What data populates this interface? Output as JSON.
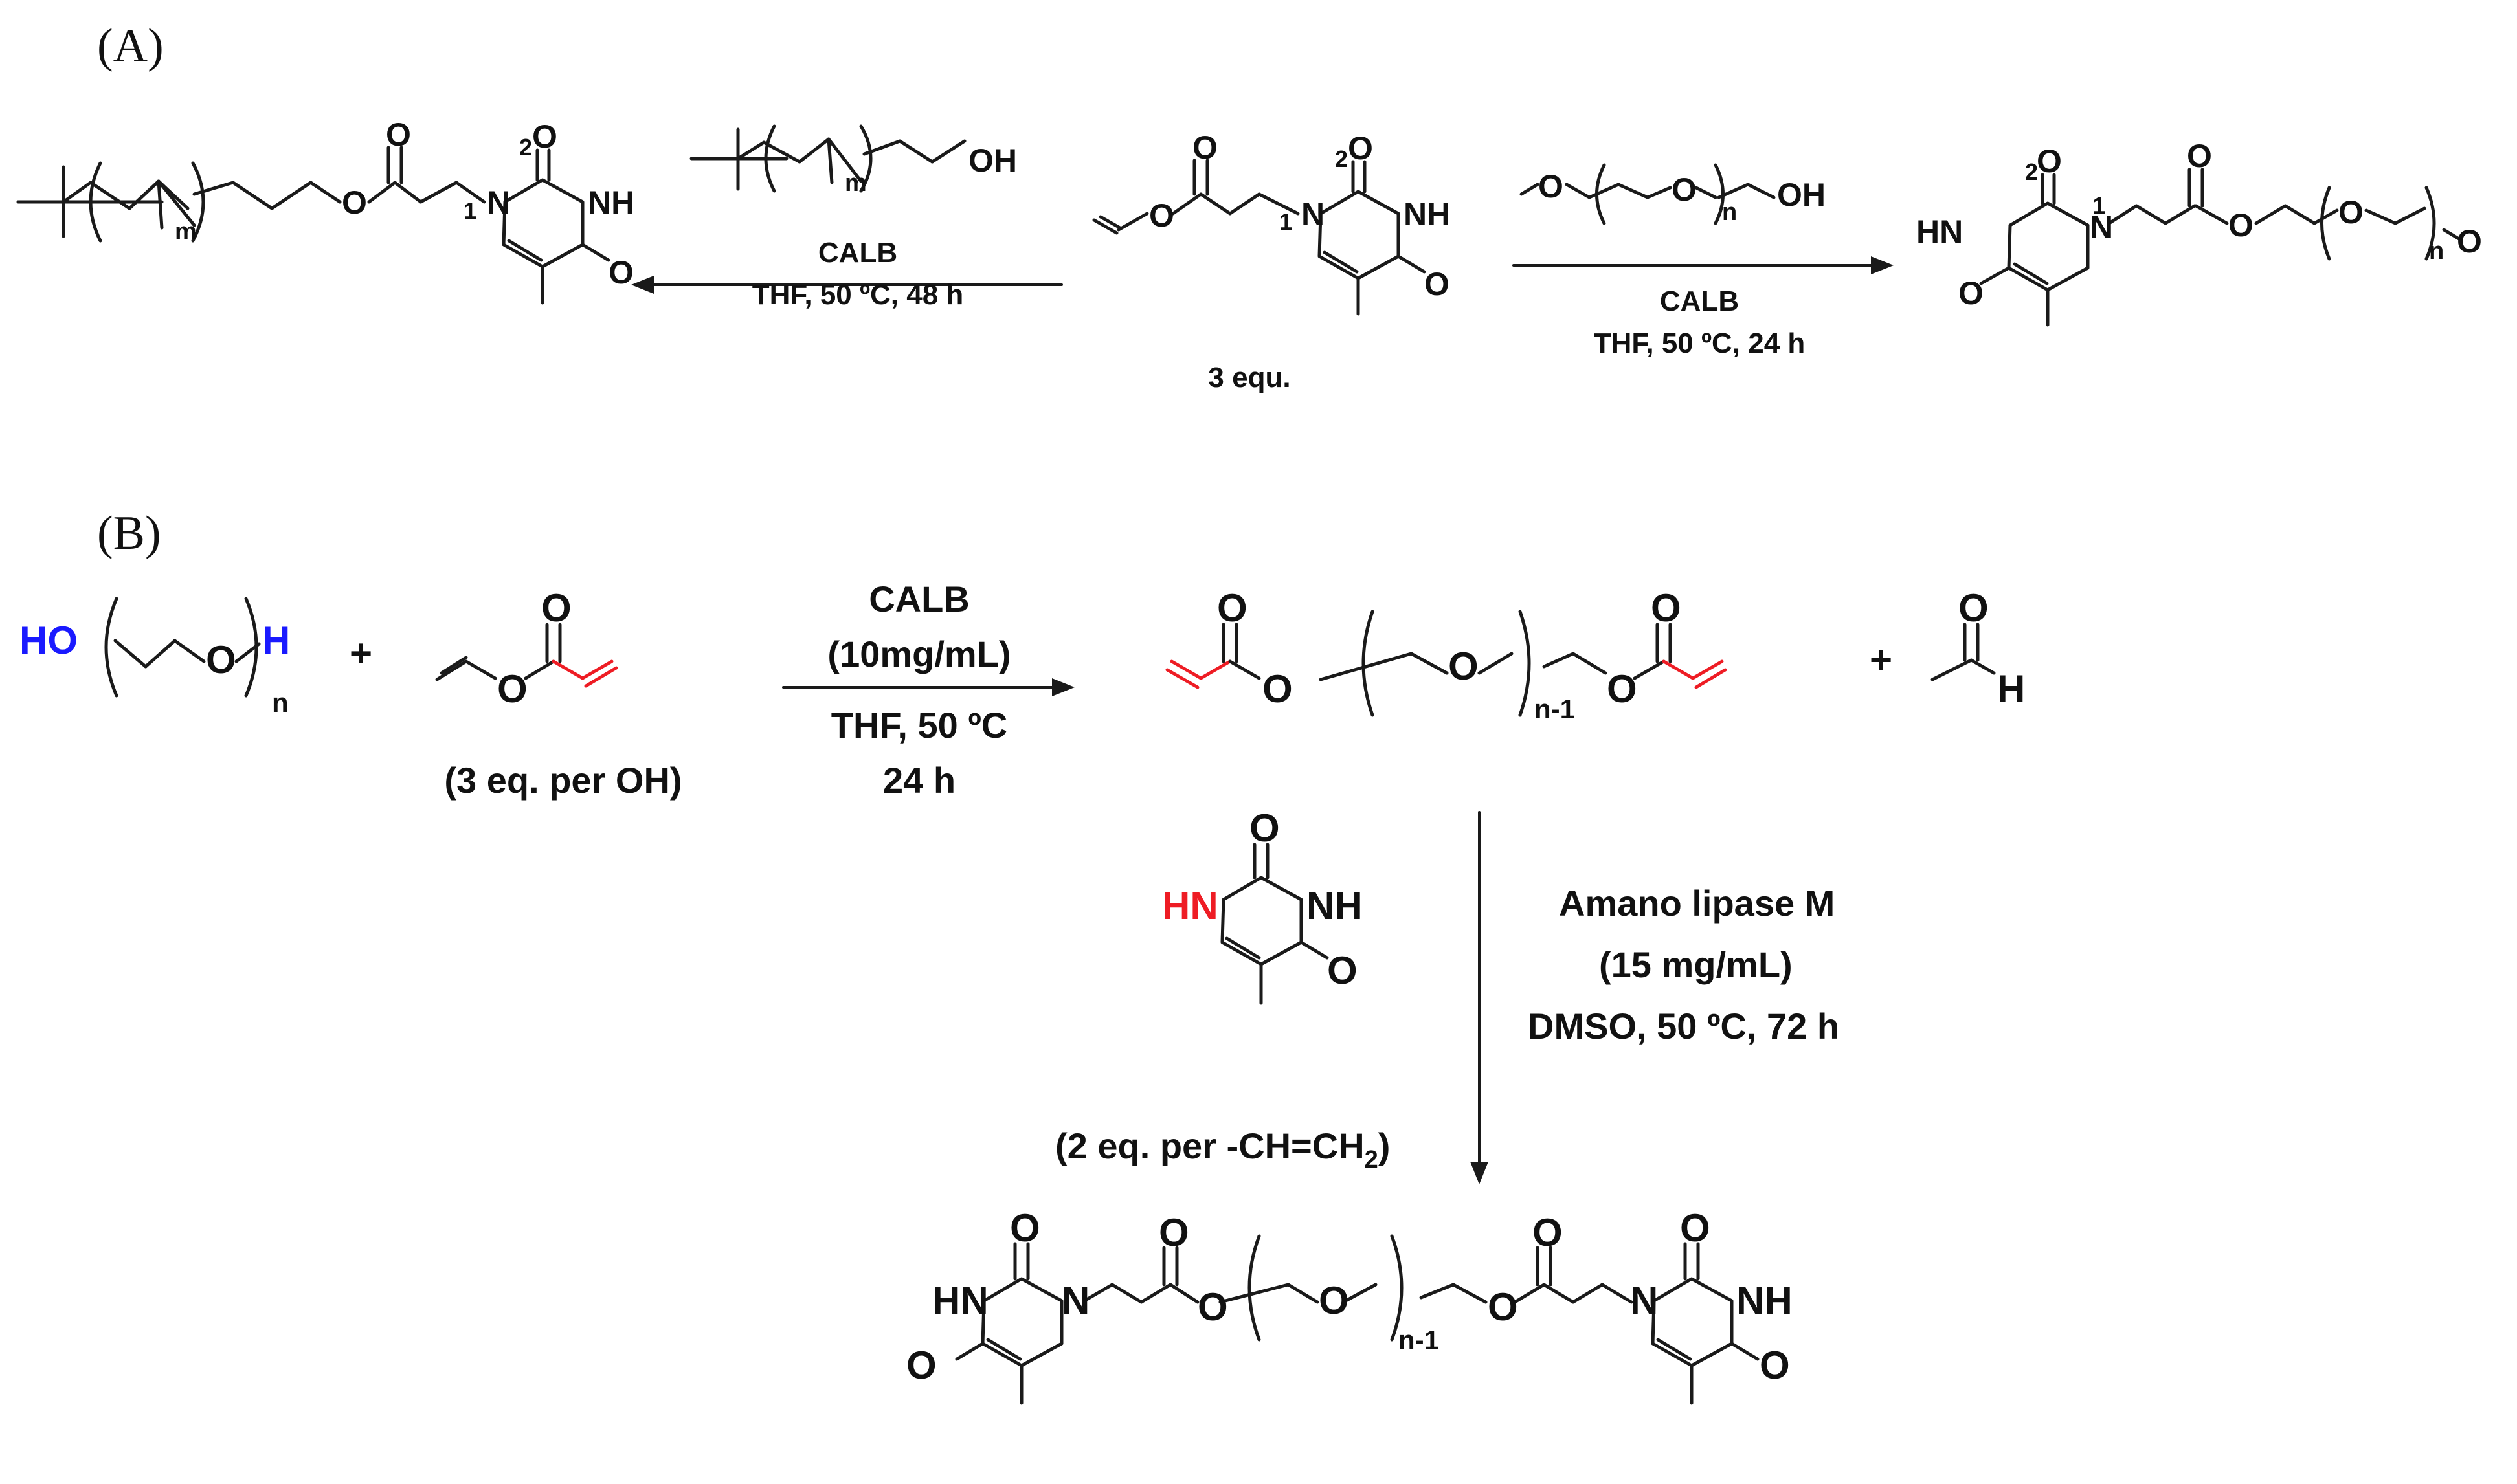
{
  "panel_a": {
    "label": "(A)",
    "left_conditions": {
      "enzyme": "CALB",
      "detail": "THF, 50 ºC, 48 h"
    },
    "right_conditions": {
      "enzyme": "CALB",
      "detail": "THF, 50 ºC, 24 h"
    },
    "equiv_note": "3 equ."
  },
  "panel_b": {
    "label": "(B)",
    "step1": {
      "enzyme": "CALB",
      "loading": "(10mg/mL)",
      "solvent_temp": "THF, 50 ºC",
      "time": "24 h"
    },
    "vinyl_acrylate_note": "(3 eq. per OH)",
    "plus_sign": "+",
    "step2": {
      "enzyme": "Amano lipase M",
      "loading": "(15 mg/mL)",
      "solvent_temp": "DMSO, 50 ºC, 72 h"
    },
    "thymine_note": "(2 eq. per -CH=CH",
    "thymine_note_sub": "2",
    "thymine_note_close": ")"
  },
  "atoms": {
    "O": "O",
    "OH": "OH",
    "HO": "HO",
    "H": "H",
    "NH": "NH",
    "HN": "HN",
    "m": "m",
    "n": "n",
    "n_minus_1": "n-1"
  },
  "colors": {
    "ink": "#111111",
    "acrylate": "#ee1c24",
    "hydroxyl": "#1a1aff",
    "nh_highlight": "#ee1c24"
  }
}
